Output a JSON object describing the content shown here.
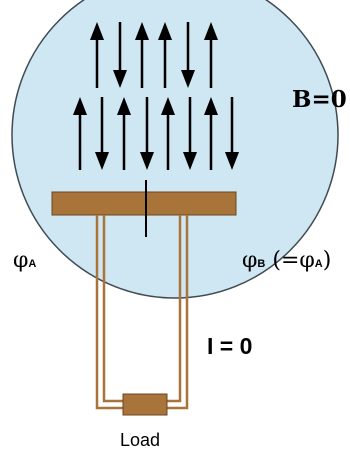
{
  "labels": {
    "field": "B=0",
    "phi_a_symbol": "φ",
    "phi_a_sub": "A",
    "phi_b_symbol": "φ",
    "phi_b_sub": "B",
    "phi_b_paren_open": "(=",
    "phi_b_eq_symbol": "φ",
    "phi_b_eq_sub": "A",
    "phi_b_paren_close": ")",
    "current": "I = 0",
    "load": "Load"
  },
  "colors": {
    "sphere_fill": "#cfe6f3",
    "sphere_stroke": "#3f4a52",
    "plate": "#a8743a",
    "plate_stroke": "#6b4522",
    "wire": "#a8743a",
    "arrow": "#000000"
  },
  "arrows": {
    "top_row": [
      "up",
      "down",
      "up",
      "up",
      "down",
      "up"
    ],
    "bottom_row": [
      "up",
      "down",
      "up",
      "down",
      "up",
      "down",
      "up",
      "down"
    ]
  }
}
